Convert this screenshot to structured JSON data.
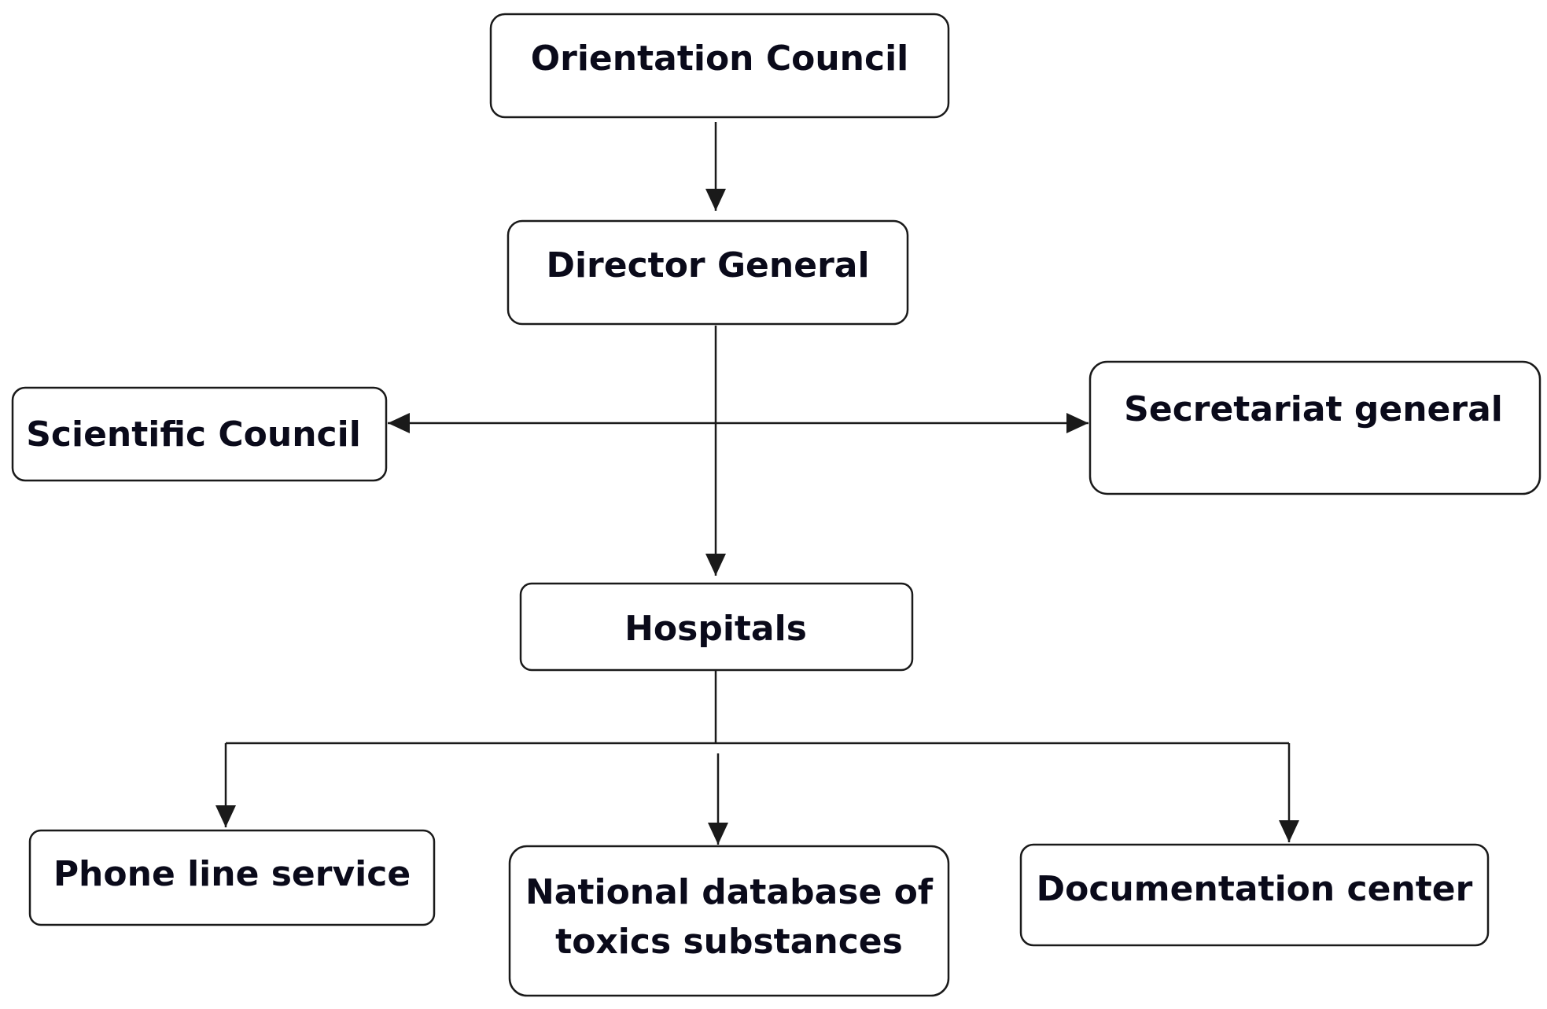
{
  "nodes": {
    "orientation_council": {
      "label": "Orientation Council"
    },
    "director_general": {
      "label": "Director General"
    },
    "scientific_council": {
      "label": "Scientific Council"
    },
    "secretariat_general": {
      "label": "Secretariat general"
    },
    "hospitals": {
      "label": "Hospitals"
    },
    "phone_line_service": {
      "label": "Phone line service"
    },
    "national_database": {
      "label_line1": "National database of",
      "label_line2": "toxics substances"
    },
    "documentation_center": {
      "label": "Documentation center"
    }
  },
  "edges": [
    {
      "from": "Orientation Council",
      "to": "Director General"
    },
    {
      "from": "Director General",
      "to": "Hospitals"
    },
    {
      "from": "Director General",
      "to": "Scientific Council"
    },
    {
      "from": "Director General",
      "to": "Secretariat general"
    },
    {
      "from": "Hospitals",
      "to": "Phone line service"
    },
    {
      "from": "Hospitals",
      "to": "National database of toxics substances"
    },
    {
      "from": "Hospitals",
      "to": "Documentation center"
    }
  ]
}
